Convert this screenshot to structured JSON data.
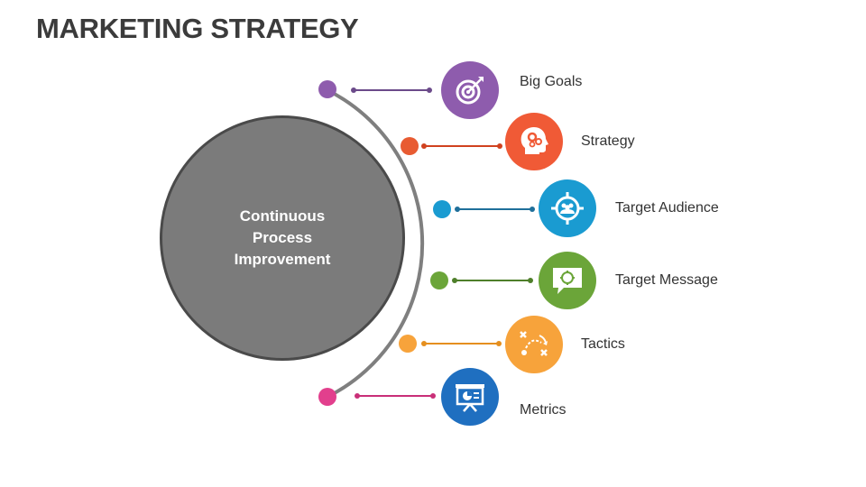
{
  "title": "MARKETING STRATEGY",
  "center_label": "Continuous Process Improvement",
  "center_lines": [
    "Continuous",
    "Process",
    "Improvement"
  ],
  "items": [
    {
      "label": "Big Goals",
      "color": "#8e5cad",
      "icon": "target-arrow-icon"
    },
    {
      "label": "Strategy",
      "color": "#f05a36",
      "icon": "head-gears-icon"
    },
    {
      "label": "Target Audience",
      "color": "#1a9bd1",
      "icon": "crosshair-people-icon"
    },
    {
      "label": "Target Message",
      "color": "#6ba539",
      "icon": "speech-bubble-target-icon"
    },
    {
      "label": "Tactics",
      "color": "#f7a33b",
      "icon": "play-diagram-icon"
    },
    {
      "label": "Metrics",
      "color": "#1f6fc0",
      "icon": "presentation-chart-icon"
    }
  ],
  "dot_colors": [
    "#8e5cad",
    "#e85b32",
    "#1a9bd1",
    "#6ba539",
    "#f7a33b",
    "#e23f8d"
  ]
}
